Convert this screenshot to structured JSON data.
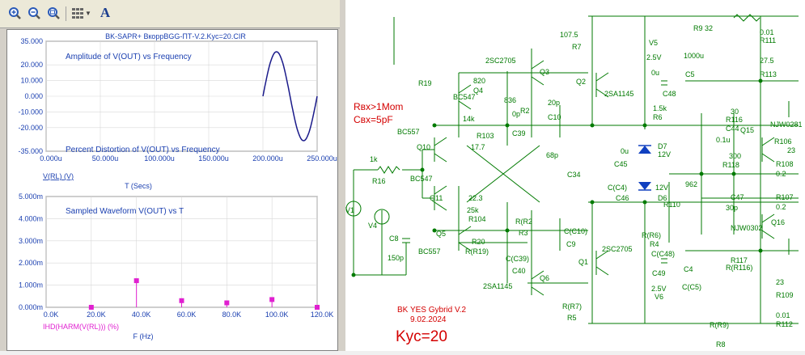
{
  "toolbar": {
    "icons": [
      "zoom-in-icon",
      "zoom-out-icon",
      "zoom-fit-icon",
      "grid-icon",
      "text-icon"
    ],
    "text_glyph": "A"
  },
  "colors": {
    "chart_title": "#1a3fb0",
    "trace": "#1a1a8a",
    "marker": "#e020d0",
    "component": "#007a00",
    "note": "#d40000",
    "diode": "#1040c0"
  },
  "plot1": {
    "title": "BK-SAPR+ BкoppBGG-ПТ-V.2.Kyc=20.CIR",
    "label_freq": "Amplitude of V(OUT) vs Frequency",
    "label_dist": "Percent Distortion of V(OUT) vs Frequency",
    "y_ticks": [
      "35.000",
      "20.000",
      "10.000",
      "0.000",
      "-10.000",
      "-20.000",
      "-35.000"
    ],
    "x_ticks": [
      "0.000u",
      "50.000u",
      "100.000u",
      "150.000u",
      "200.000u",
      "250.000u"
    ],
    "y_label": "V(RL) (V)",
    "x_label": "T (Secs)"
  },
  "plot2": {
    "title": "Sampled Waveform  V(OUT) vs T",
    "y_ticks": [
      "5.000m",
      "4.000m",
      "3.000m",
      "2.000m",
      "1.000m",
      "0.000m"
    ],
    "x_ticks": [
      "0.0K",
      "20.0K",
      "40.0K",
      "60.0K",
      "80.0K",
      "100.0K",
      "120.0K"
    ],
    "y_label": "IHD(HARM(V(RL))) (%)",
    "x_label": "F (Hz)"
  },
  "chart_data": [
    {
      "type": "line",
      "title": "BK-SAPR+ BкoppBGG-ПТ-V.2.Kyc=20.CIR",
      "xlabel": "T (Secs)",
      "ylabel": "V(RL) (V)",
      "xlim": [
        0,
        0.00025
      ],
      "ylim": [
        -35,
        35
      ],
      "series": [
        {
          "x": [
            0.0002,
            0.000205,
            0.00021,
            0.000215,
            0.00022,
            0.000225,
            0.00023,
            0.000235,
            0.00024,
            0.000245,
            0.00025
          ],
          "y": [
            0.0,
            17.5,
            28.3,
            28.3,
            17.5,
            0.0,
            -17.5,
            -28.3,
            -28.3,
            -17.5,
            0.0
          ]
        }
      ]
    },
    {
      "type": "scatter",
      "title": "Sampled Waveform  V(OUT) vs T",
      "xlabel": "F (Hz)",
      "ylabel": "IHD(HARM(V(RL))) (%)",
      "xlim": [
        0,
        120000
      ],
      "ylim": [
        0,
        5
      ],
      "series": [
        {
          "x": [
            20000,
            40000,
            60000,
            80000,
            100000,
            120000
          ],
          "y": [
            0.0,
            1.2,
            0.3,
            0.2,
            0.35,
            0.0
          ]
        }
      ]
    }
  ],
  "schematic": {
    "notes": {
      "rin": "Rвх>1Mom",
      "cin": "Свх=5pF",
      "title": "BK  YES Gybrid  V.2",
      "date": "9.02.2024",
      "gain": "Kyc=20"
    },
    "labels": [
      {
        "t": "R9 32"
      },
      {
        "t": "0.01"
      },
      {
        "t": "R111"
      },
      {
        "t": "27.5"
      },
      {
        "t": "R113"
      },
      {
        "t": "107.5"
      },
      {
        "t": "R7"
      },
      {
        "t": "V5"
      },
      {
        "t": "2.5V"
      },
      {
        "t": "1000u"
      },
      {
        "t": "C5"
      },
      {
        "t": "2SC2705"
      },
      {
        "t": "Q3"
      },
      {
        "t": "820"
      },
      {
        "t": "R19"
      },
      {
        "t": "BC547"
      },
      {
        "t": "Q4"
      },
      {
        "t": "836"
      },
      {
        "t": "R2"
      },
      {
        "t": "20p"
      },
      {
        "t": "C10"
      },
      {
        "t": "Q2"
      },
      {
        "t": "0u"
      },
      {
        "t": "C48"
      },
      {
        "t": "2SA1145"
      },
      {
        "t": "1.5k"
      },
      {
        "t": "R6"
      },
      {
        "t": "14k"
      },
      {
        "t": "R103"
      },
      {
        "t": "0p"
      },
      {
        "t": "C39"
      },
      {
        "t": "17.7"
      },
      {
        "t": "BC557"
      },
      {
        "t": "Q10"
      },
      {
        "t": "D7"
      },
      {
        "t": "12V"
      },
      {
        "t": "C44"
      },
      {
        "t": "0.1u"
      },
      {
        "t": "Q15"
      },
      {
        "t": "NJW0281"
      },
      {
        "t": "R106"
      },
      {
        "t": "23"
      },
      {
        "t": "1k"
      },
      {
        "t": "R16"
      },
      {
        "t": "68p"
      },
      {
        "t": "0u"
      },
      {
        "t": "C45"
      },
      {
        "t": "300"
      },
      {
        "t": "R118"
      },
      {
        "t": "R108"
      },
      {
        "t": "0.2"
      },
      {
        "t": "C34"
      },
      {
        "t": "962"
      },
      {
        "t": "C(C4)"
      },
      {
        "t": "12V"
      },
      {
        "t": "BC547"
      },
      {
        "t": "Q11"
      },
      {
        "t": "22.3"
      },
      {
        "t": "C46"
      },
      {
        "t": "D6"
      },
      {
        "t": "C47"
      },
      {
        "t": "30p"
      },
      {
        "t": "R107"
      },
      {
        "t": "0.2"
      },
      {
        "t": "V4"
      },
      {
        "t": "25k"
      },
      {
        "t": "R104"
      },
      {
        "t": "R(R2"
      },
      {
        "t": "R3"
      },
      {
        "t": "R110"
      },
      {
        "t": "C8"
      },
      {
        "t": "Q5"
      },
      {
        "t": "R20"
      },
      {
        "t": "C(C10)"
      },
      {
        "t": "C9"
      },
      {
        "t": "R(R6)"
      },
      {
        "t": "R4"
      },
      {
        "t": "Q16"
      },
      {
        "t": "NJW0302"
      },
      {
        "t": "150p"
      },
      {
        "t": "BC557"
      },
      {
        "t": "R(R19)"
      },
      {
        "t": "C(C39)"
      },
      {
        "t": "C40"
      },
      {
        "t": "Q1"
      },
      {
        "t": "2SC2705"
      },
      {
        "t": "C(C48)"
      },
      {
        "t": "C4"
      },
      {
        "t": "R117"
      },
      {
        "t": "R(R116)"
      },
      {
        "t": "2SA1145"
      },
      {
        "t": "Q6"
      },
      {
        "t": "C49"
      },
      {
        "t": "2.5V"
      },
      {
        "t": "C(C5)"
      },
      {
        "t": "23"
      },
      {
        "t": "R109"
      },
      {
        "t": "V6"
      },
      {
        "t": "R(R7)"
      },
      {
        "t": "R5"
      },
      {
        "t": "R(R9)"
      },
      {
        "t": "R8"
      },
      {
        "t": "0.01"
      },
      {
        "t": "R112"
      },
      {
        "t": "30"
      },
      {
        "t": "R116"
      },
      {
        "t": "V1"
      }
    ]
  }
}
